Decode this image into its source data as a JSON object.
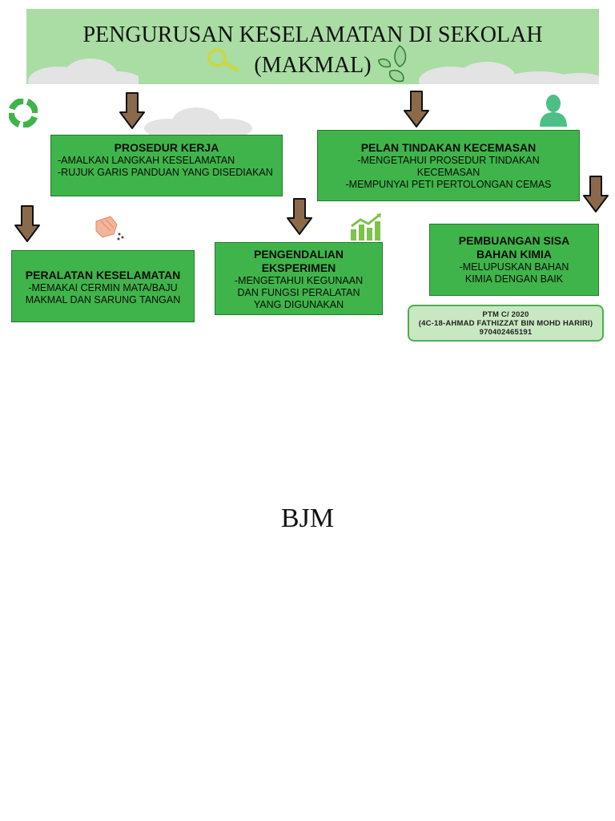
{
  "header": {
    "title_line1": "PENGURUSAN KESELAMATAN DI SEKOLAH",
    "title_line2": "(MAKMAL)"
  },
  "boxes": {
    "prosedur": {
      "heading": "PROSEDUR KERJA",
      "line1": "-AMALKAN LANGKAH KESELAMATAN",
      "line2": "-RUJUK GARIS PANDUAN YANG DISEDIAKAN"
    },
    "pelan": {
      "heading": "PELAN TINDAKAN KECEMASAN",
      "line1": "-MENGETAHUI PROSEDUR TINDAKAN KECEMASAN",
      "line2": "-MEMPUNYAI PETI PERTOLONGAN CEMAS"
    },
    "peralatan": {
      "heading": "PERALATAN KESELAMATAN",
      "line1": "-MEMAKAI CERMIN MATA/BAJU MAKMAL DAN SARUNG TANGAN"
    },
    "pengendalian": {
      "heading": "PENGENDALIAN EKSPERIMEN",
      "line1": "-MENGETAHUI KEGUNAAN DAN FUNGSI PERALATAN YANG DIGUNAKAN"
    },
    "pembuangan": {
      "heading": "PEMBUANGAN SISA BAHAN KIMIA",
      "line1": "-MELUPUSKAN BAHAN KIMIA DENGAN BAIK"
    }
  },
  "credit": {
    "line1": "PTM C/ 2020",
    "line2": "(4C-18-AHMAD FATHIZZAT BIN MOHD HARIRI)",
    "line3": "970402465191"
  },
  "footer": {
    "text": "BJM"
  },
  "icons": [
    "magnifier-icon",
    "leaves-icon",
    "lifebuoy-icon",
    "person-icon",
    "hand-icon",
    "growth-chart-icon",
    "down-arrow-icon"
  ],
  "colors": {
    "header_bg": "#a9dda3",
    "box_green": "#3fb44a",
    "arrow_brown": "#8b6a4b"
  }
}
